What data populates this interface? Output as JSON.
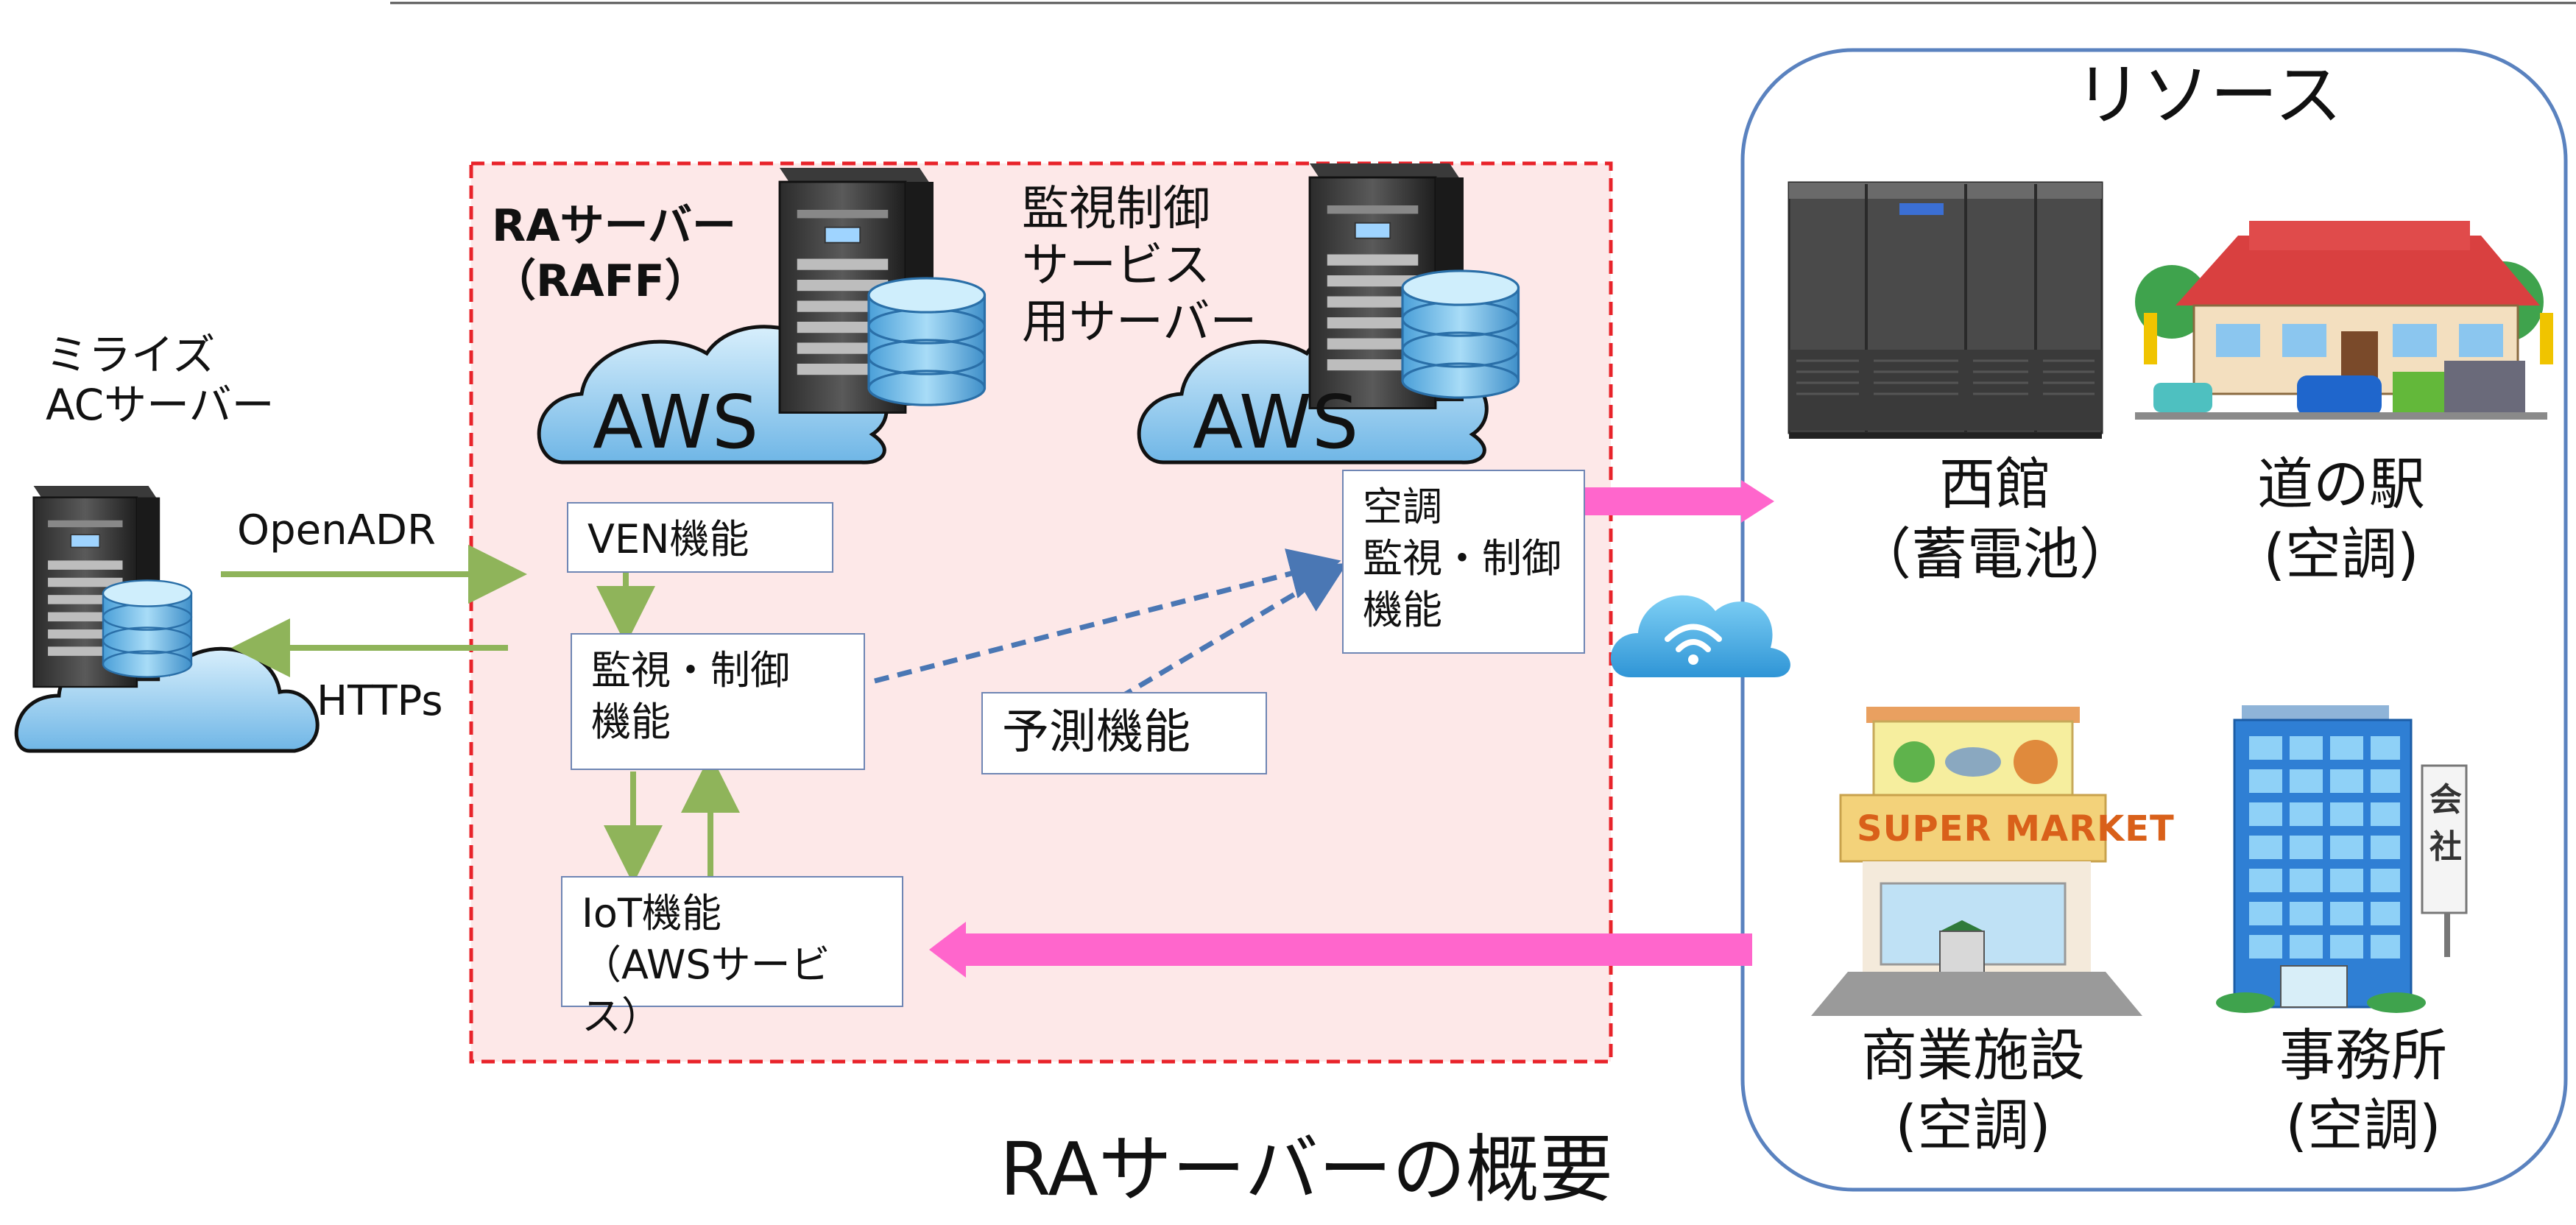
{
  "title": "RAサーバーの概要",
  "mirise": {
    "label": "ミライズ\nACサーバー"
  },
  "protocols": {
    "openadr": "OpenADR",
    "https": "HTTPs"
  },
  "ra_server": {
    "label": "RAサーバー\n（RAFF）",
    "cloud": "AWS",
    "boxes": {
      "ven": "VEN機能",
      "monitor": "監視・制御\n機能",
      "iot": "IoT機能\n（AWSサービス）",
      "forecast": "予測機能"
    }
  },
  "monitoring_server": {
    "label": "監視制御\nサービス\n用サーバー",
    "cloud": "AWS",
    "box": "空調\n監視・制御\n機能"
  },
  "resources": {
    "title": "リソース",
    "items": [
      {
        "label": "西館\n（蓄電池）",
        "icon": "battery-cabinet-icon"
      },
      {
        "label": "道の駅\n(空調)",
        "icon": "roadside-station-icon"
      },
      {
        "label": "商業施設\n(空調)",
        "icon": "supermarket-icon",
        "sign": "SUPER MARKET"
      },
      {
        "label": "事務所\n(空調)",
        "icon": "office-building-icon",
        "sign": "会\n社"
      }
    ]
  },
  "colors": {
    "green_arrow": "#8fb45a",
    "blue_dashed": "#4a77b4",
    "pink_arrow": "#ff66cc",
    "ra_border": "#e8232a",
    "ra_fill": "#fde8e8",
    "resource_border": "#5a82bf",
    "cloud_fill": "#9fd1f0"
  }
}
